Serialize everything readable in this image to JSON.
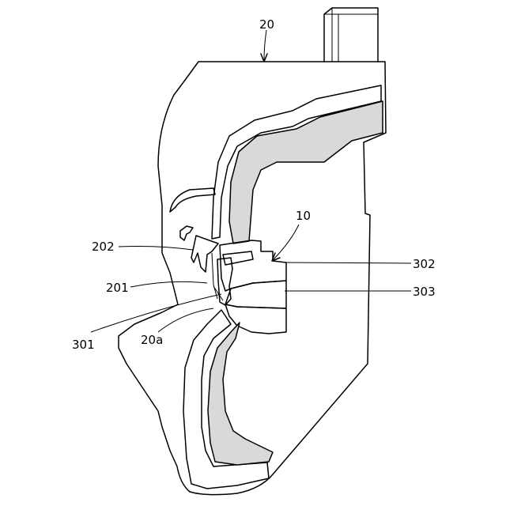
{
  "figure": {
    "labels": {
      "l20": "20",
      "l10": "10",
      "l202": "202",
      "l201": "201",
      "l301": "301",
      "l20a": "20a",
      "l302": "302",
      "l303": "303"
    },
    "colors": {
      "line": "#000000",
      "gray_fill": "#d9d9d9",
      "background": "#ffffff"
    }
  }
}
